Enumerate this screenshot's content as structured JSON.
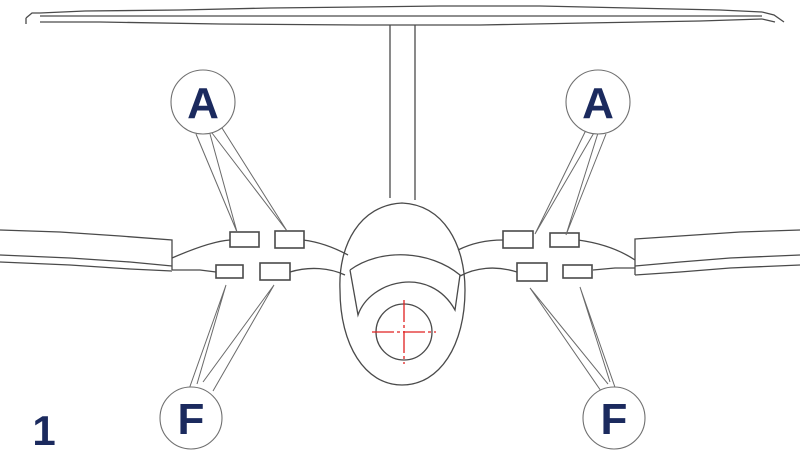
{
  "figure": {
    "number": "1",
    "callouts": [
      {
        "id": "A-left",
        "label": "A"
      },
      {
        "id": "A-right",
        "label": "A"
      },
      {
        "id": "F-left",
        "label": "F"
      },
      {
        "id": "F-right",
        "label": "F"
      }
    ],
    "colors": {
      "label": "#1b2a5e",
      "line": "#4a4a4a",
      "crosshair": "#e02020"
    }
  }
}
